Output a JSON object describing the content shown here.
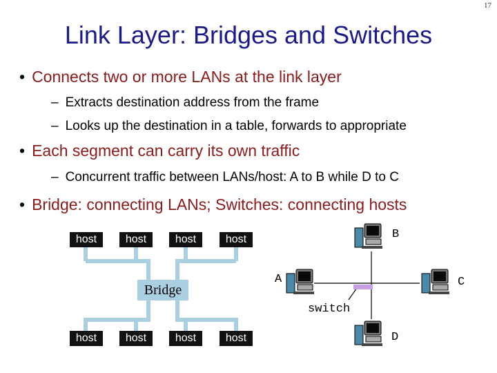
{
  "slide_number": "17",
  "title": "Link Layer: Bridges and Switches",
  "bullets": [
    {
      "text": "Connects two or more LANs at the link layer",
      "sub": [
        "Extracts destination address from the frame",
        "Looks up the destination in a table, forwards to appropriate"
      ]
    },
    {
      "text": "Each segment can carry its own traffic",
      "sub": [
        "Concurrent traffic between LANs/host:  A to B while D to C"
      ]
    },
    {
      "text": "Bridge:  connecting LANs;   Switches:  connecting hosts",
      "sub": []
    }
  ],
  "bullet_marker": "•",
  "dash_marker": "–",
  "diagram_bridge": {
    "top_hosts": [
      "host",
      "host",
      "host",
      "host"
    ],
    "bottom_hosts": [
      "host",
      "host",
      "host",
      "host"
    ],
    "bridge_label": "Bridge",
    "colors": {
      "host_bg": "#111111",
      "lan_line": "#a9cfe0",
      "bridge_bg": "#a9cfe0"
    }
  },
  "diagram_switch": {
    "labels": {
      "a": "A",
      "b": "B",
      "c": "C",
      "d": "D"
    },
    "switch_label": "switch",
    "icon": "computer-icon",
    "colors": {
      "switch_box": "#c8a0e6",
      "link_line": "#000000"
    }
  }
}
